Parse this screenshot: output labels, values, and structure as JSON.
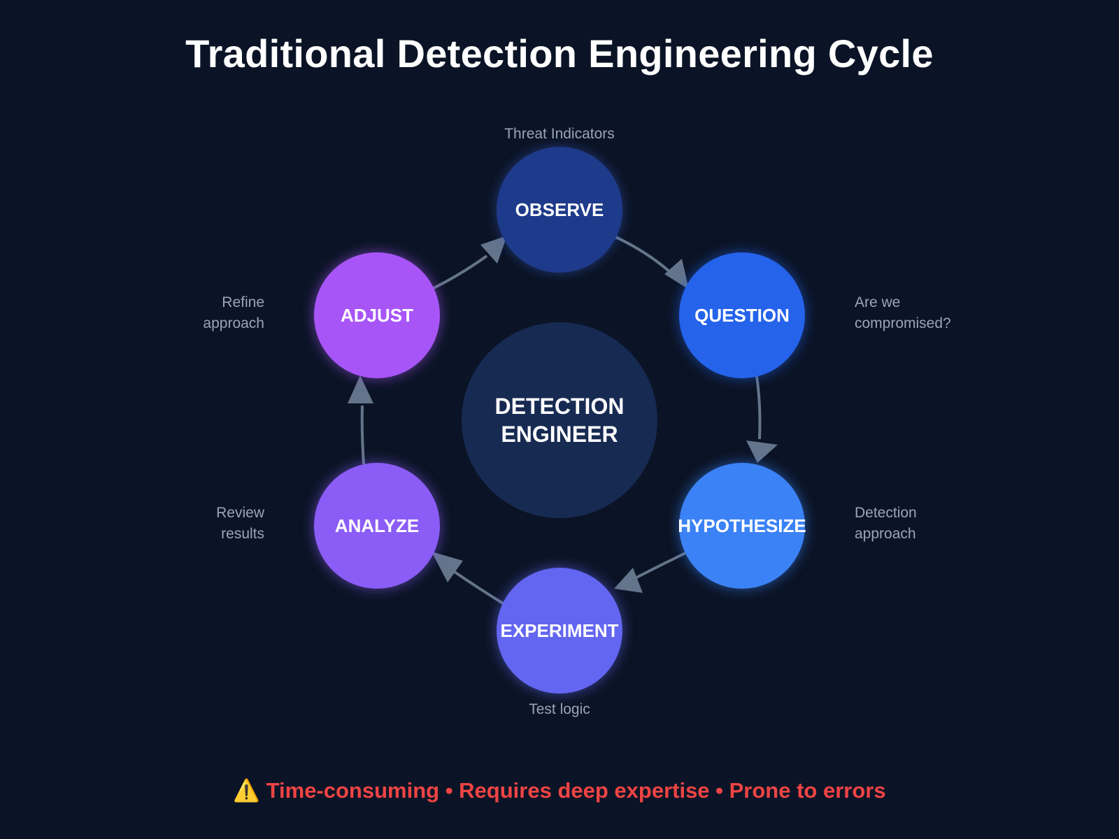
{
  "title": "Traditional Detection Engineering Cycle",
  "center": {
    "line1": "DETECTION",
    "line2": "ENGINEER",
    "color": "#172a52"
  },
  "nodes": [
    {
      "label": "OBSERVE",
      "color": "#1e3a8a",
      "note_lines": [
        "Threat Indicators"
      ]
    },
    {
      "label": "QUESTION",
      "color": "#2563eb",
      "note_lines": [
        "Are we",
        "compromised?"
      ]
    },
    {
      "label": "HYPOTHESIZE",
      "color": "#3b82f6",
      "note_lines": [
        "Detection",
        "approach"
      ]
    },
    {
      "label": "EXPERIMENT",
      "color": "#6366f1",
      "note_lines": [
        "Test logic"
      ]
    },
    {
      "label": "ANALYZE",
      "color": "#8b5cf6",
      "note_lines": [
        "Review",
        "results"
      ]
    },
    {
      "label": "ADJUST",
      "color": "#a855f7",
      "note_lines": [
        "Refine",
        "approach"
      ]
    }
  ],
  "arrow_color": "#64748b",
  "footer": {
    "icon": "warning-icon",
    "icon_glyph": "⚠️",
    "text": "Time-consuming • Requires deep expertise • Prone to errors",
    "color": "#ef4444"
  }
}
